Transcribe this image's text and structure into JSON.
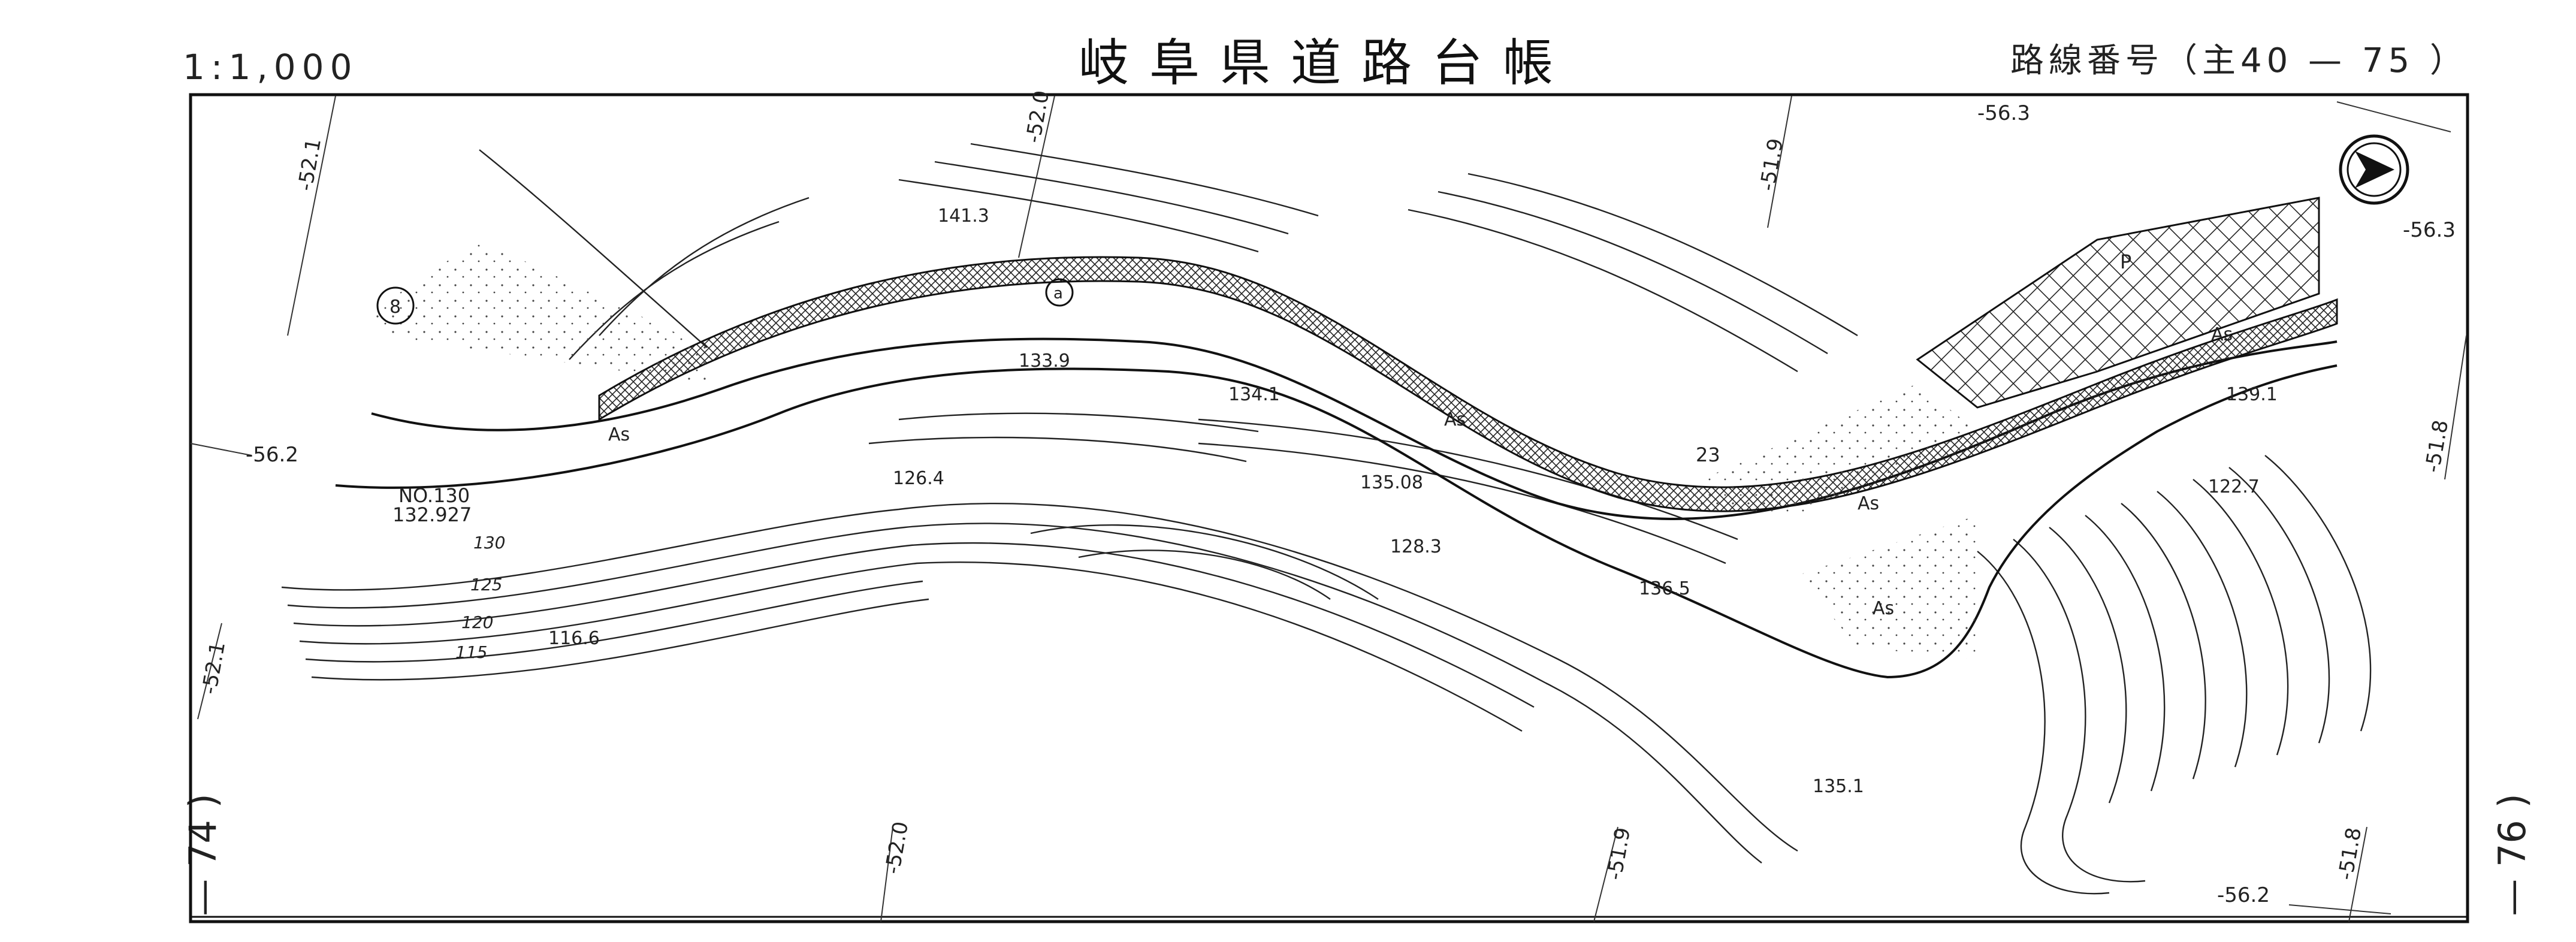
{
  "header": {
    "scale": "1:1,000",
    "title": "岐阜県道路台帳",
    "route_label": "路線番号（主40 — 75 ）"
  },
  "page_numbers": {
    "left": "— 74 )",
    "right": "— 76 )"
  },
  "grid_labels": {
    "top_1": "-52.1",
    "top_2": "-52.0",
    "top_3": "-51.9",
    "top_4": "-56.3",
    "right_1": "-56.3",
    "right_2": "-51.8",
    "left_1": "-56.2",
    "left_2": "-52.1",
    "bottom_1": "-52.0",
    "bottom_2": "-51.9",
    "bottom_3": "-51.8",
    "bottom_4": "-56.2"
  },
  "elevations": {
    "e141": "141.3",
    "e133": "133.9",
    "e134": "134.1",
    "e126": "126.4",
    "e135a": "135.08",
    "e128": "128.3",
    "e136": "136.5",
    "e135b": "135.1",
    "e139": "139.1",
    "e122": "122.7",
    "e116": "116.6",
    "station_no": "NO.130",
    "station_elev": "132.927",
    "c130": "130",
    "c125": "125",
    "c120": "120",
    "c115": "115",
    "pt23": "23"
  },
  "symbols": {
    "asphalt": "As",
    "asphalt2": "As",
    "asphalt3": "As",
    "asphalt4": "As",
    "asphalt5": "As",
    "parking": "P",
    "circle_8": "8",
    "circle_a": "a"
  },
  "colors": {
    "ink": "#1a1a1a",
    "paper": "#ffffff"
  },
  "icons": {
    "north": "north-arrow-icon"
  }
}
